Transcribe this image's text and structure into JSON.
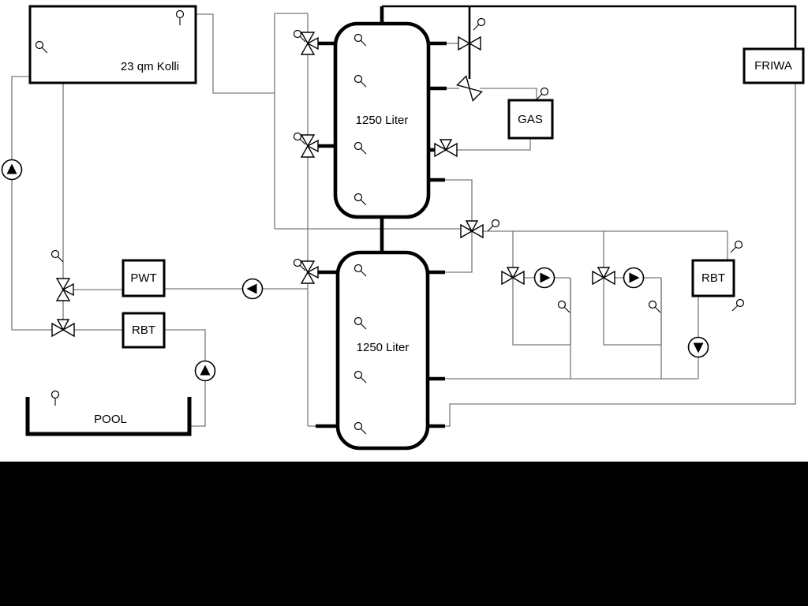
{
  "diagram": {
    "type": "hydraulic-heating-scheme",
    "background_color": "#ffffff",
    "pipe_color": "#7a7a7a",
    "component_color": "#000000",
    "footer_color": "#000000",
    "labels": {
      "collector": "23 qm Kolli",
      "tank_top": "1250 Liter",
      "tank_bottom": "1250 Liter",
      "gas": "GAS",
      "friwa": "FRIWA",
      "pwt": "PWT",
      "rbt_left": "RBT",
      "rbt_right": "RBT",
      "pool": "POOL"
    },
    "icons": {
      "pumps": [
        "pump-up-solar",
        "pump-up-pool",
        "pump-left-pwt",
        "pump-right-circuit1",
        "pump-right-circuit2",
        "pump-down-rbt"
      ],
      "valves": [
        "three-way-valve-solar-pwt",
        "three-way-valve-solar-rbt",
        "three-way-valve-tank1-top",
        "three-way-valve-tank1-mid",
        "three-way-valve-tank2",
        "valve-dhw-top",
        "valve-gas-supply",
        "three-way-valve-gas-return",
        "three-way-valve-main",
        "three-way-valve-circuit1",
        "three-way-valve-circuit2"
      ],
      "temperature_sensors": 22
    }
  }
}
